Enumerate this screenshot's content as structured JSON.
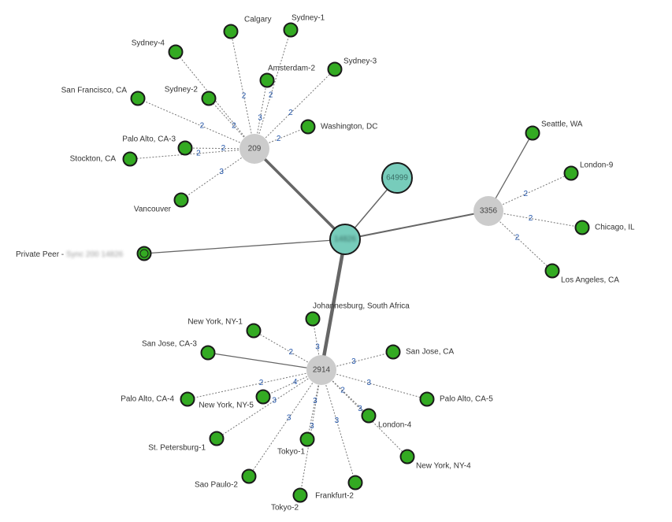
{
  "core_nodes": [
    {
      "id": "center",
      "label": "14826",
      "blurred": true
    },
    {
      "id": "n64999",
      "label": "64999",
      "blurred": false
    }
  ],
  "hub_nodes": [
    {
      "id": "h209",
      "label": "209"
    },
    {
      "id": "h3356",
      "label": "3356"
    },
    {
      "id": "h2914",
      "label": "2914"
    }
  ],
  "site_nodes": [
    {
      "id": "calgary",
      "label": "Calgary",
      "hub": "h209",
      "weight": "2"
    },
    {
      "id": "sydney1",
      "label": "Sydney-1",
      "hub": "h209",
      "weight": "2"
    },
    {
      "id": "sydney4",
      "label": "Sydney-4",
      "hub": "h209",
      "weight": ""
    },
    {
      "id": "amsterdam2",
      "label": "Amsterdam-2",
      "hub": "h209",
      "weight": "3"
    },
    {
      "id": "sydney3",
      "label": "Sydney-3",
      "hub": "h209",
      "weight": "2"
    },
    {
      "id": "sanfrancisco",
      "label": "San Francisco, CA",
      "hub": "h209",
      "weight": "2"
    },
    {
      "id": "sydney2",
      "label": "Sydney-2",
      "hub": "h209",
      "weight": "2"
    },
    {
      "id": "washingtondc",
      "label": "Washington, DC",
      "hub": "h209",
      "weight": "2"
    },
    {
      "id": "paloalto3",
      "label": "Palo Alto, CA-3",
      "hub": "h209",
      "weight": "2"
    },
    {
      "id": "stockton",
      "label": "Stockton, CA",
      "hub": "h209",
      "weight": "2"
    },
    {
      "id": "vancouver",
      "label": "Vancouver",
      "hub": "h209",
      "weight": "3"
    },
    {
      "id": "seattle",
      "label": "Seattle, WA",
      "hub": "h3356",
      "weight": ""
    },
    {
      "id": "london9",
      "label": "London-9",
      "hub": "h3356",
      "weight": "2"
    },
    {
      "id": "chicago",
      "label": "Chicago, IL",
      "hub": "h3356",
      "weight": "2"
    },
    {
      "id": "losangeles",
      "label": "Los Angeles, CA",
      "hub": "h3356",
      "weight": "2"
    },
    {
      "id": "privatepeer",
      "label": "Private Peer - ",
      "label_suffix": "Sync 200 14826",
      "hub": "center",
      "weight": ""
    },
    {
      "id": "johannesburg",
      "label": "Johannesburg, South Africa",
      "hub": "h2914",
      "weight": "3"
    },
    {
      "id": "newyork1",
      "label": "New York, NY-1",
      "hub": "h2914",
      "weight": "2"
    },
    {
      "id": "sanjose3",
      "label": "San Jose, CA-3",
      "hub": "h2914",
      "weight": ""
    },
    {
      "id": "sanjose",
      "label": "San Jose, CA",
      "hub": "h2914",
      "weight": "3"
    },
    {
      "id": "paloalto4",
      "label": "Palo Alto, CA-4",
      "hub": "h2914",
      "weight": "2"
    },
    {
      "id": "newyork5",
      "label": "New York, NY-5",
      "hub": "h2914",
      "weight": "4"
    },
    {
      "id": "paloalto5",
      "label": "Palo Alto, CA-5",
      "hub": "h2914",
      "weight": "3"
    },
    {
      "id": "london4",
      "label": "London-4",
      "hub": "h2914",
      "weight": "2"
    },
    {
      "id": "stpetersburg1",
      "label": "St. Petersburg-1",
      "hub": "h2914",
      "weight": "3"
    },
    {
      "id": "tokyo1",
      "label": "Tokyo-1",
      "hub": "h2914",
      "weight": "3"
    },
    {
      "id": "newyork4",
      "label": "New York, NY-4",
      "hub": "h2914",
      "weight": "3"
    },
    {
      "id": "saopaulo2",
      "label": "Sao Paulo-2",
      "hub": "h2914",
      "weight": "3"
    },
    {
      "id": "frankfurt2",
      "label": "Frankfurt-2",
      "hub": "h2914",
      "weight": "3"
    },
    {
      "id": "tokyo2",
      "label": "Tokyo-2",
      "hub": "h2914",
      "weight": "3"
    }
  ],
  "colors": {
    "site_fill": "#33aa22",
    "hub_fill": "#cccccc",
    "core_fill": "#77ccbb",
    "edge_weight_text": "#2255aa"
  }
}
